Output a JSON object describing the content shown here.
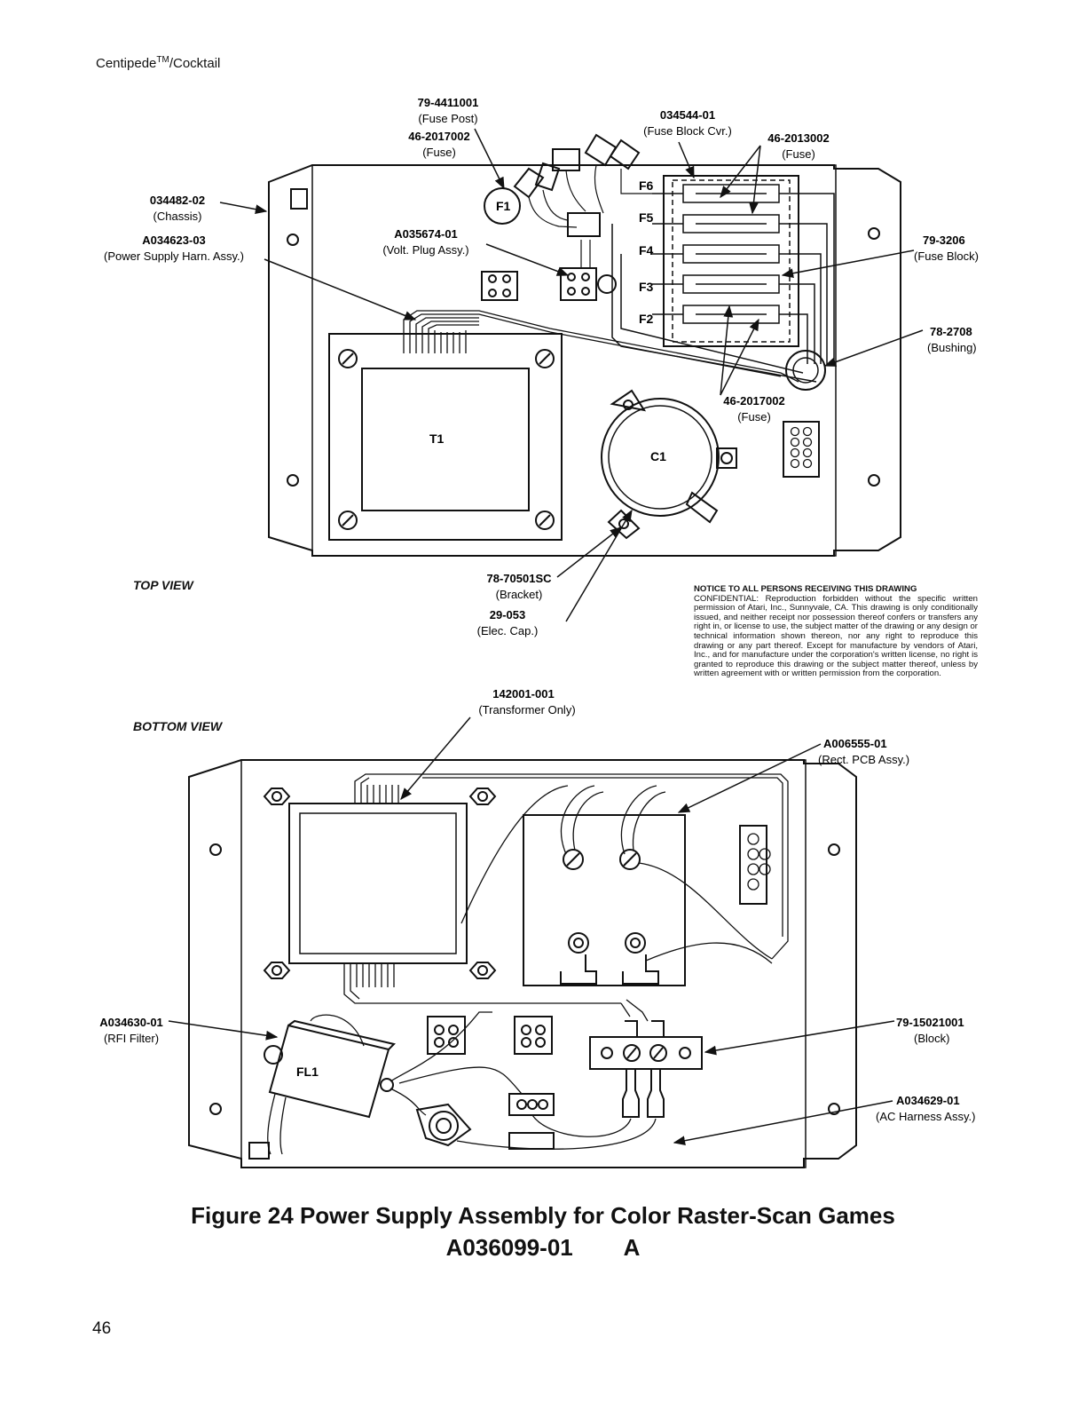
{
  "header": {
    "title": "Centipede",
    "tm": "TM",
    "suffix": "/Cocktail"
  },
  "page_number": "46",
  "views": {
    "top": "TOP VIEW",
    "bottom": "BOTTOM VIEW"
  },
  "figure": {
    "line1": "Figure 24   Power Supply Assembly for Color Raster-Scan Games",
    "line2": "A036099-01        A"
  },
  "notice": {
    "title": "NOTICE TO ALL PERSONS RECEIVING THIS DRAWING",
    "body": "CONFIDENTIAL: Reproduction forbidden without the specific written permission of Atari, Inc., Sunnyvale, CA. This drawing is only conditionally issued, and neither receipt nor possession thereof confers or transfers any right in, or license to use, the subject matter of the drawing or any design or technical information shown thereon, nor any right to reproduce this drawing or any part thereof. Except for manufacture by vendors of Atari, Inc., and for manufacture under the corporation's written license, no right is granted to reproduce this drawing or the subject matter thereof, unless by written agreement with or written permission from the corporation."
  },
  "components": {
    "t1": "T1",
    "c1": "C1",
    "fl1": "FL1",
    "fuses": [
      "F6",
      "F5",
      "F4",
      "F3",
      "F2",
      "F1"
    ]
  },
  "callouts": {
    "fuse_post": {
      "pn": "79-4411001",
      "desc": "(Fuse Post)"
    },
    "fuse_top": {
      "pn": "46-2017002",
      "desc": "(Fuse)"
    },
    "fuse_block_cvr": {
      "pn": "034544-01",
      "desc": "(Fuse Block Cvr.)"
    },
    "fuse_right": {
      "pn": "46-2013002",
      "desc": "(Fuse)"
    },
    "chassis": {
      "pn": "034482-02",
      "desc": "(Chassis)"
    },
    "harness": {
      "pn": "A034623-03",
      "desc": "(Power Supply Harn. Assy.)"
    },
    "volt_plug": {
      "pn": "A035674-01",
      "desc": "(Volt. Plug Assy.)"
    },
    "fuse_block": {
      "pn": "79-3206",
      "desc": "(Fuse Block)"
    },
    "bushing": {
      "pn": "78-2708",
      "desc": "(Bushing)"
    },
    "fuse_mid": {
      "pn": "46-2017002",
      "desc": "(Fuse)"
    },
    "bracket": {
      "pn": "78-70501SC",
      "desc": "(Bracket)"
    },
    "elec_cap": {
      "pn": "29-053",
      "desc": "(Elec. Cap.)"
    },
    "transformer": {
      "pn": "142001-001",
      "desc": "(Transformer Only)"
    },
    "rect_pcb": {
      "pn": "A006555-01",
      "desc": "(Rect. PCB Assy.)"
    },
    "rfi_filter": {
      "pn": "A034630-01",
      "desc": "(RFI Filter)"
    },
    "block": {
      "pn": "79-15021001",
      "desc": "(Block)"
    },
    "ac_harness": {
      "pn": "A034629-01",
      "desc": "(AC Harness Assy.)"
    }
  }
}
